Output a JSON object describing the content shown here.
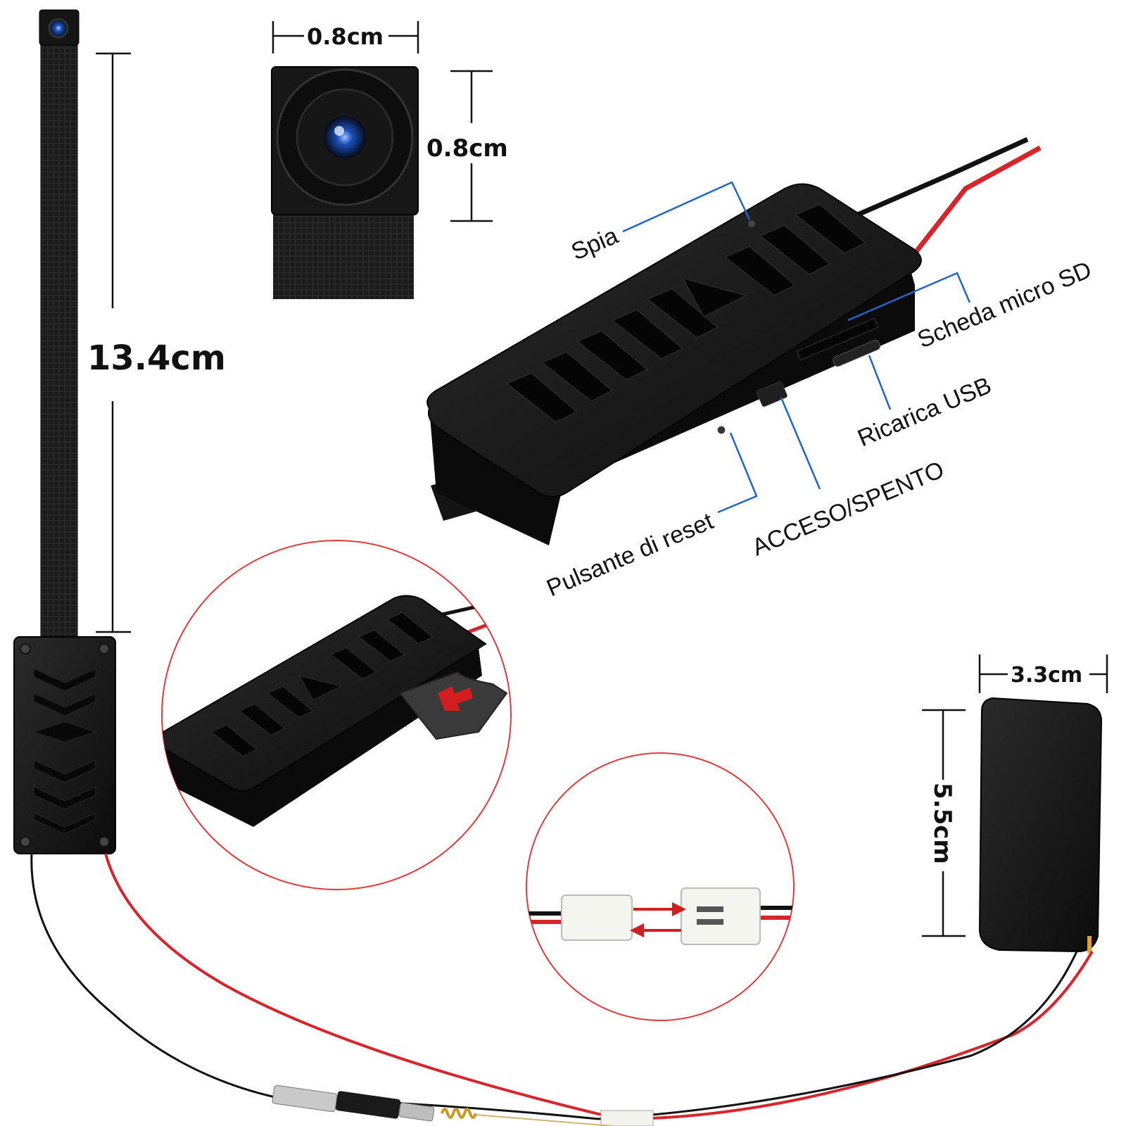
{
  "dimensions": {
    "strap_length": "13.4cm",
    "lens_width": "0.8cm",
    "lens_height": "0.8cm",
    "battery_width": "3.3cm",
    "battery_height": "5.5cm"
  },
  "labels": {
    "indicator_light": "Spia",
    "micro_sd_slot": "Scheda micro SD",
    "usb_charging": "Ricarica USB",
    "power_switch": "ACCESO/SPENTO",
    "reset_button": "Pulsante di reset"
  },
  "colors": {
    "callout_line": "#1e66c8",
    "highlight_circle": "#e23b3b",
    "arrow": "#d21e1e",
    "wire_red": "#d8242b",
    "wire_black": "#111111",
    "device_body": "#141414"
  }
}
